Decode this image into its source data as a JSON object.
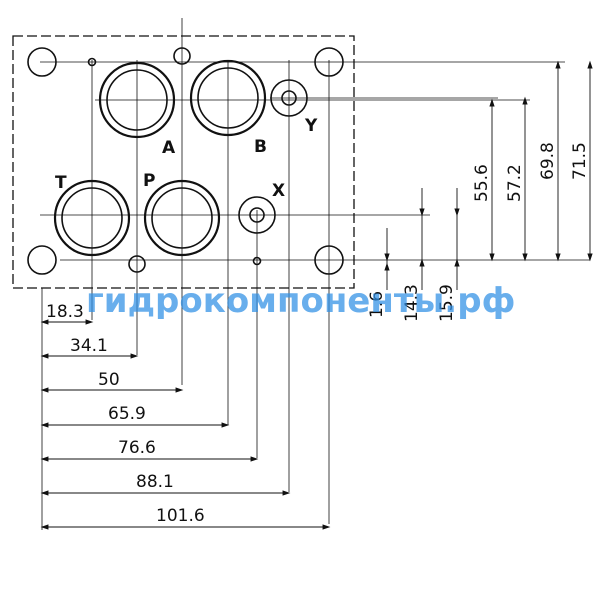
{
  "ports": {
    "a": "A",
    "b": "B",
    "t": "T",
    "p": "P",
    "x": "X",
    "y": "Y"
  },
  "horizontal_dimensions": [
    "18.3",
    "34.1",
    "50",
    "65.9",
    "76.6",
    "88.1",
    "101.6"
  ],
  "vertical_dimensions": {
    "small": [
      "1.6",
      "14.3",
      "15.9"
    ],
    "large": [
      "55.6",
      "57.2",
      "69.8",
      "71.5"
    ]
  },
  "watermark": "гидрокомпоненты.рф",
  "colors": {
    "line": "#111111",
    "watermark": "#2f8fe6"
  }
}
